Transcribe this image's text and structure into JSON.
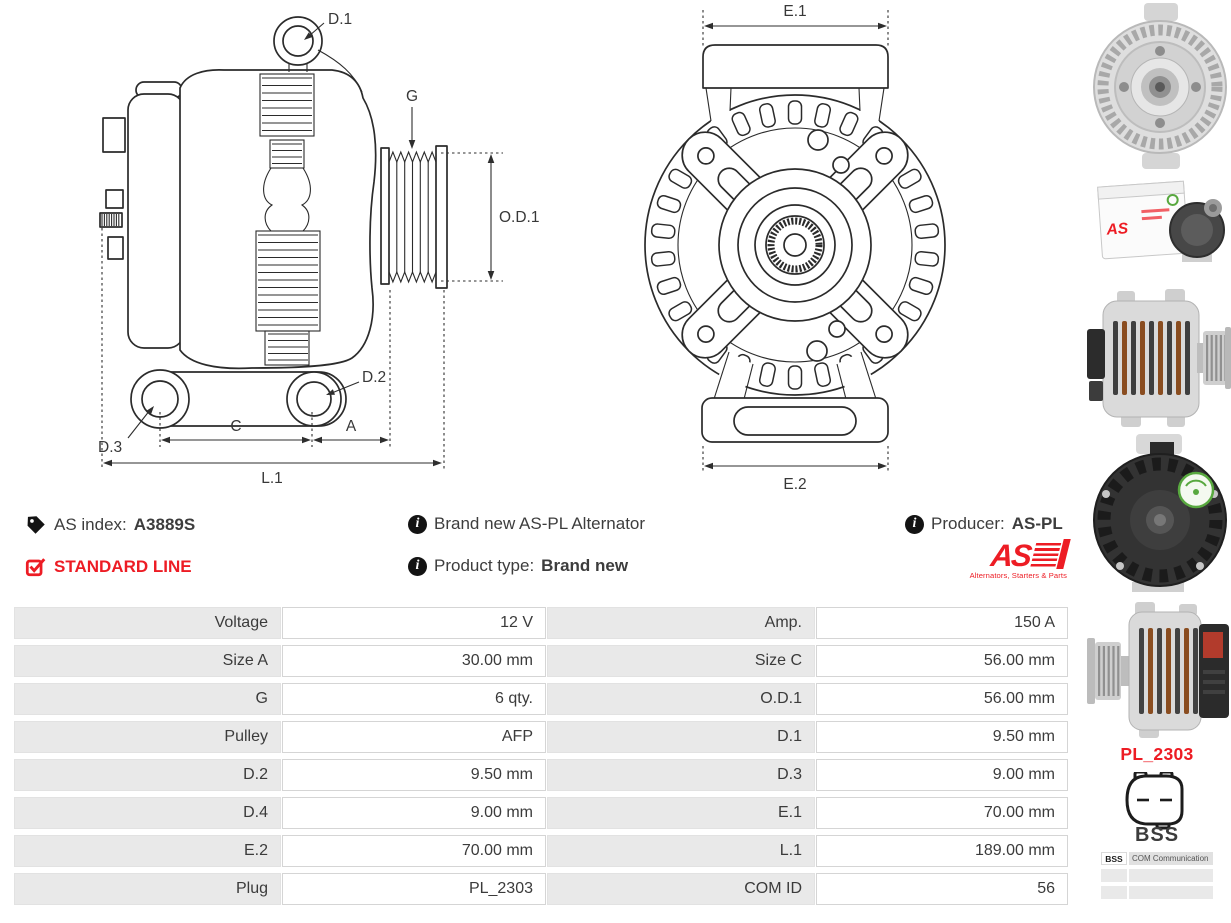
{
  "header": {
    "as_index_label": "AS index:",
    "as_index_value": "A3889S",
    "standard_line": "STANDARD LINE",
    "description": "Brand new AS-PL Alternator",
    "product_type_label": "Product type:",
    "product_type_value": "Brand new",
    "producer_label": "Producer:",
    "producer_value": "AS-PL",
    "logo_word": "AS",
    "logo_tagline": "Alternators, Starters & Parts"
  },
  "diagrams": {
    "side": {
      "d1": "D.1",
      "g": "G",
      "od1": "O.D.1",
      "d2": "D.2",
      "d3": "D.3",
      "c": "C",
      "a": "A",
      "l1": "L.1"
    },
    "front": {
      "e1": "E.1",
      "e2": "E.2"
    }
  },
  "specs_table": {
    "rows": [
      {
        "label1": "Voltage",
        "value1": "12 V",
        "label2": "Amp.",
        "value2": "150 A"
      },
      {
        "label1": "Size A",
        "value1": "30.00 mm",
        "label2": "Size C",
        "value2": "56.00 mm"
      },
      {
        "label1": "G",
        "value1": "6 qty.",
        "label2": "O.D.1",
        "value2": "56.00 mm"
      },
      {
        "label1": "Pulley",
        "value1": "AFP",
        "label2": "D.1",
        "value2": "9.50 mm"
      },
      {
        "label1": "D.2",
        "value1": "9.50 mm",
        "label2": "D.3",
        "value2": "9.00 mm"
      },
      {
        "label1": "D.4",
        "value1": "9.00 mm",
        "label2": "E.1",
        "value2": "70.00 mm"
      },
      {
        "label1": "E.2",
        "value1": "70.00 mm",
        "label2": "L.1",
        "value2": "189.00 mm"
      },
      {
        "label1": "Plug",
        "value1": "PL_2303",
        "label2": "COM ID",
        "value2": "56"
      }
    ]
  },
  "plug_panel": {
    "code": "PL_2303",
    "type": "BSS",
    "pin_table": [
      {
        "pin": "BSS",
        "description": "COM Communication"
      }
    ]
  },
  "colors": {
    "accent_red": "#ed1c24",
    "table_label_bg": "#e9e9e9",
    "table_border": "#d5d5d5",
    "drawing_line": "#2b2b2b",
    "text": "#3d3d3d"
  }
}
